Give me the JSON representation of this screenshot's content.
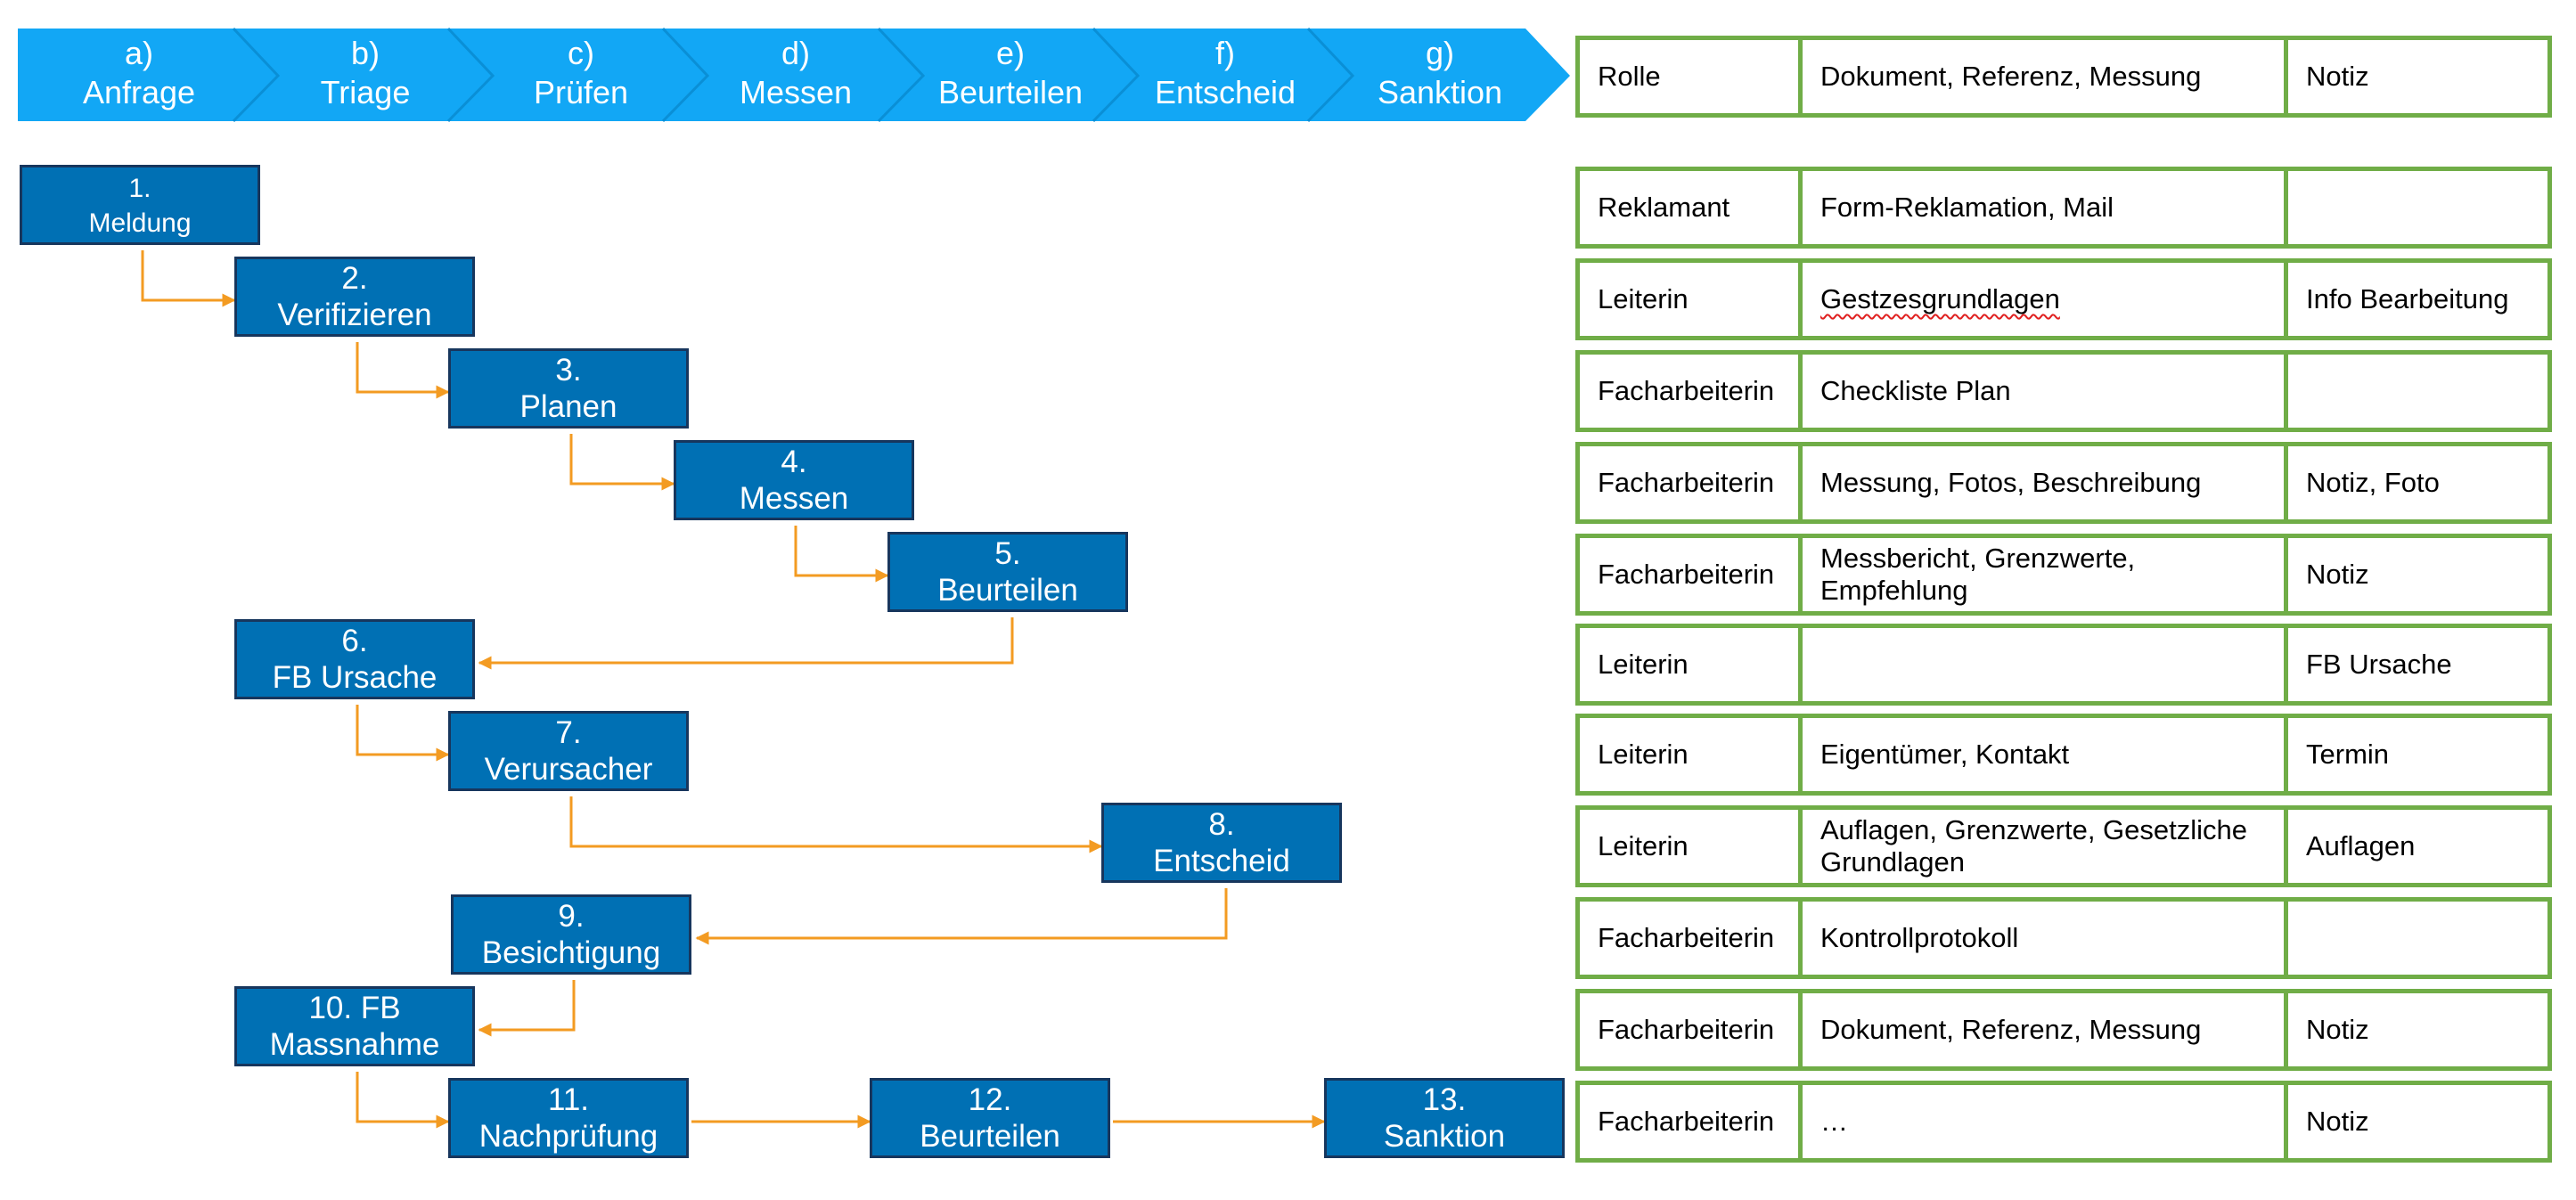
{
  "colors": {
    "phase_fill": "#12a7f5",
    "step_fill": "#0070b4",
    "step_border": "#17365d",
    "connector": "#f39b22",
    "table_border": "#70ad47"
  },
  "phases": [
    {
      "letter": "a)",
      "name": "Anfrage"
    },
    {
      "letter": "b)",
      "name": "Triage"
    },
    {
      "letter": "c)",
      "name": "Prüfen"
    },
    {
      "letter": "d)",
      "name": "Messen"
    },
    {
      "letter": "e)",
      "name": "Beurteilen"
    },
    {
      "letter": "f)",
      "name": "Entscheid"
    },
    {
      "letter": "g)",
      "name": "Sanktion"
    }
  ],
  "steps": [
    {
      "num": "1.",
      "label": "Meldung"
    },
    {
      "num": "2.",
      "label": "Verifizieren"
    },
    {
      "num": "3.",
      "label": "Planen"
    },
    {
      "num": "4.",
      "label": "Messen"
    },
    {
      "num": "5.",
      "label": "Beurteilen"
    },
    {
      "num": "6.",
      "label": "FB Ursache"
    },
    {
      "num": "7.",
      "label": "Verursacher"
    },
    {
      "num": "8.",
      "label": "Entscheid"
    },
    {
      "num": "9.",
      "label": "Besichtigung"
    },
    {
      "num": "10. FB",
      "label": "Massnahme"
    },
    {
      "num": "11.",
      "label": "Nachprüfung"
    },
    {
      "num": "12.",
      "label": "Beurteilen"
    },
    {
      "num": "13.",
      "label": "Sanktion"
    }
  ],
  "table": {
    "header": {
      "rolle": "Rolle",
      "dokument": "Dokument, Referenz, Messung",
      "notiz": "Notiz"
    },
    "rows": [
      {
        "rolle": "Reklamant",
        "dokument": "Form-Reklamation, Mail",
        "notiz": ""
      },
      {
        "rolle": "Leiterin",
        "dokument": "Gestzesgrundlagen",
        "notiz": "Info Bearbeitung"
      },
      {
        "rolle": "Facharbeiterin",
        "dokument": "Checkliste Plan",
        "notiz": ""
      },
      {
        "rolle": "Facharbeiterin",
        "dokument": "Messung, Fotos, Beschreibung",
        "notiz": "Notiz, Foto"
      },
      {
        "rolle": "Facharbeiterin",
        "dokument": "Messbericht, Grenzwerte, Empfehlung",
        "notiz": "Notiz"
      },
      {
        "rolle": "Leiterin",
        "dokument": "",
        "notiz": "FB Ursache"
      },
      {
        "rolle": "Leiterin",
        "dokument": "Eigentümer, Kontakt",
        "notiz": "Termin"
      },
      {
        "rolle": "Leiterin",
        "dokument": "Auflagen, Grenzwerte, Gesetzliche Grundlagen",
        "notiz": "Auflagen"
      },
      {
        "rolle": "Facharbeiterin",
        "dokument": "Kontrollprotokoll",
        "notiz": ""
      },
      {
        "rolle": "Facharbeiterin",
        "dokument": "Dokument, Referenz, Messung",
        "notiz": "Notiz"
      },
      {
        "rolle": "Facharbeiterin",
        "dokument": "…",
        "notiz": "Notiz"
      }
    ]
  }
}
